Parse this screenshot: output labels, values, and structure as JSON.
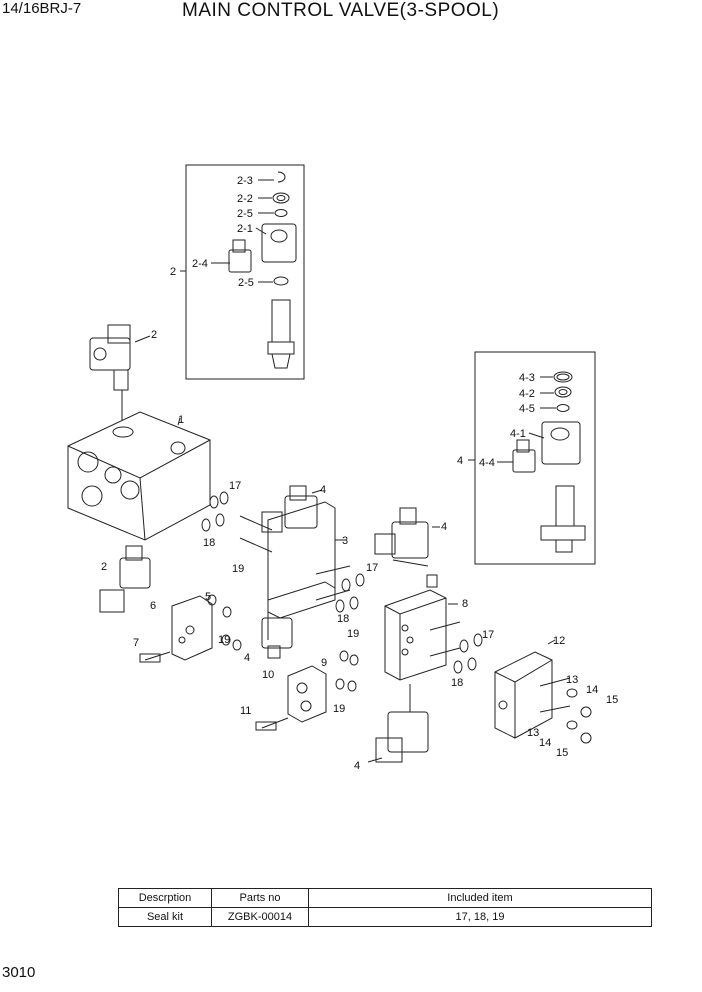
{
  "header": {
    "model": "14/16BRJ-7",
    "title": "MAIN CONTROL VALVE(3-SPOOL)"
  },
  "page_number": "3010",
  "callouts": {
    "c2_3": "2-3",
    "c2_2": "2-2",
    "c2_5a": "2-5",
    "c2_1": "2-1",
    "c2_4": "2-4",
    "c2": "2",
    "c2_5b": "2-5",
    "c2_solenoid": "2",
    "c4_3": "4-3",
    "c4_2": "4-2",
    "c4_5": "4-5",
    "c4_1": "4-1",
    "c4": "4",
    "c4_4": "4-4",
    "c1": "1",
    "c17a": "17",
    "c18a": "18",
    "c4a": "4",
    "c3": "3",
    "c4b": "4",
    "c2b": "2",
    "c6": "6",
    "c19a": "19",
    "c5": "5",
    "c19b": "19",
    "c7": "7",
    "c4c": "4",
    "c17b": "17",
    "c18b": "18",
    "c8": "8",
    "c17c": "17",
    "c19c": "19",
    "c9": "9",
    "c12": "12",
    "c18c": "18",
    "c10": "10",
    "c19d": "19",
    "c13a": "13",
    "c14a": "14",
    "c15a": "15",
    "c11": "11",
    "c13b": "13",
    "c14b": "14",
    "c15b": "15",
    "c4d": "4"
  },
  "kit_table": {
    "headers": [
      "Descrption",
      "Parts no",
      "Included item"
    ],
    "rows": [
      {
        "desc": "Seal kit",
        "part": "ZGBK-00014",
        "items": "17, 18, 19"
      }
    ]
  }
}
